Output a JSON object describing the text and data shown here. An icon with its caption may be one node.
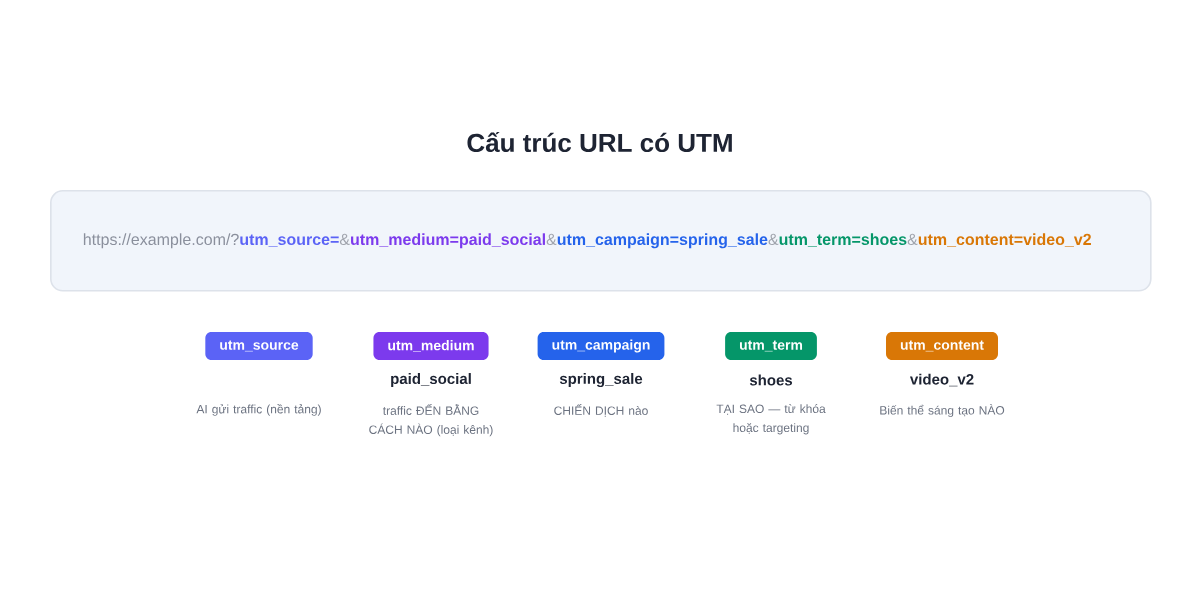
{
  "diagram": {
    "title": "Cấu trúc URL có UTM",
    "nodes": [
      {
        "text": [
          "https://example.com/?",
          "utm_source=",
          "&",
          "utm_medium=paid_social",
          "&",
          "utm_campaign=spring_sale",
          "&",
          "utm_term=shoes",
          "&",
          "utm_content=video_v2"
        ]
      },
      {
        "text": [
          "utm_source"
        ],
        "beside": [
          "AI gửi traffic (nền tảng)"
        ]
      },
      {
        "text": [
          "utm_medium"
        ],
        "beside": [
          "paid_social",
          "traffic ĐẾN BẰNG CÁCH NÀO (loại kênh)"
        ]
      },
      {
        "text": [
          "utm_campaign"
        ],
        "beside": [
          "spring_sale",
          "CHIẾN DỊCH nào"
        ]
      },
      {
        "text": [
          "utm_term"
        ],
        "beside": [
          "shoes",
          "TẠI SAO — từ khóa hoặc targeting"
        ]
      },
      {
        "text": [
          "utm_content"
        ],
        "beside": [
          "video_v2",
          "Biến thể sáng tạo NÀO"
        ]
      }
    ]
  }
}
